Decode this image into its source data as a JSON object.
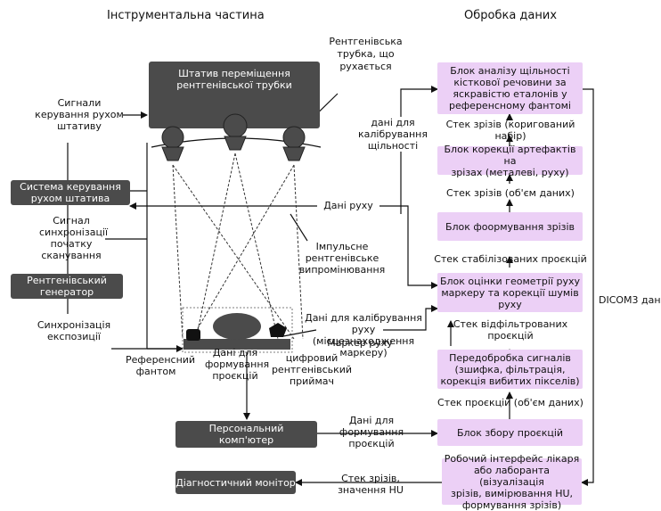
{
  "headers": {
    "hardware": "Інструментальна частина",
    "processing": "Обробка даних"
  },
  "hardware": {
    "gantry": "Штатив переміщення\nрентгенівської трубки",
    "tube_label": "Рентгенівська\nтрубка, що\nрухається",
    "control_signals": "Сигнали\nкерування рухом\nштативу",
    "motion_control": "Система керування\nрухом штатива",
    "sync_signal": "Сигнал\nсинхронізації\nпочатку\nсканування",
    "generator": "Рентгенівський\nгенератор",
    "exposure_sync": "Синхронізація\nекспозиції",
    "reference_phantom": "Референсний\nфантом",
    "projection_data": "Дані для\nформування\nпроєкцій",
    "digital_receiver": "цифровий\nрентгенівський\nприймач",
    "motion_marker": "Маркер руху",
    "pulsed_radiation": "Імпульсне\nрентгенівське\nвипромінювання",
    "pc": "Персональний\nкомп'ютер",
    "monitor": "Діагностичний монітор"
  },
  "flows": {
    "calib_density": "дані для\nкалібрування\nщільності",
    "motion_data": "Дані руху",
    "motion_calib": "Дані для калібрування\nруху (місцезнаходження\nмаркеру)",
    "projection_data_2": "Дані для\nформування\nпроєкцій",
    "slice_stack_hu": "Стек зрізів,\nзначення HU",
    "dicom": "DICOM3 дан"
  },
  "processing": {
    "density_analysis": "Блок аналізу щільності\nкісткової речовини за\nяскравістю  еталонів у\nреференсному фантомі",
    "stack_corrected": "Стек зрізів (коригований\nнабір)",
    "artifact_correction": "Блок корекції артефактів на\nзрізах (металеві, руху)",
    "stack_volume": "Стек зрізів (об'єм даних)",
    "slice_formation": "Блок фоормування зрізів",
    "stack_stabilized": "Стек стабілізованих проєкцій",
    "motion_geometry": "Блок оцінки геометрії руху\nмаркеру та корекції шумів\nруху",
    "stack_filtered": "Стек відфільтрованих\nпроєкцій",
    "preprocessing": "Передобробка сигналів\n(зшифка, фільтрація,\nкорекція вибитих пікселів)",
    "stack_projections": "Стек проєкцій (об'єм даних)",
    "acquisition": "Блок збору проєкцій",
    "workstation": "Робочий інтерфейс лікаря\nабо лаборанта (візуалізація\nзрізів, вимірювання HU,\nформування зрізів)"
  },
  "colors": {
    "dark_box": "#4b4b4b",
    "process_box": "#ecd0f6"
  }
}
